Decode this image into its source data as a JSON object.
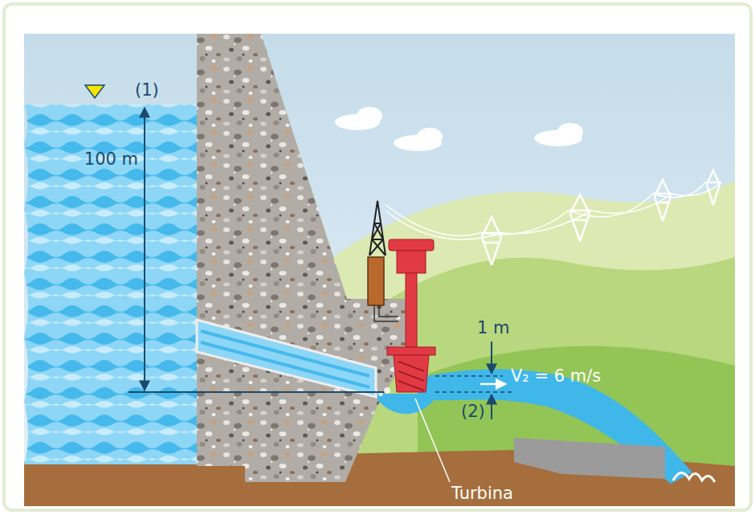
{
  "diagram": {
    "labels": [
      "(1)",
      "100 m",
      "1 m",
      "V₂ = 6 m/s",
      "(2)",
      "Turbina"
    ]
  }
}
